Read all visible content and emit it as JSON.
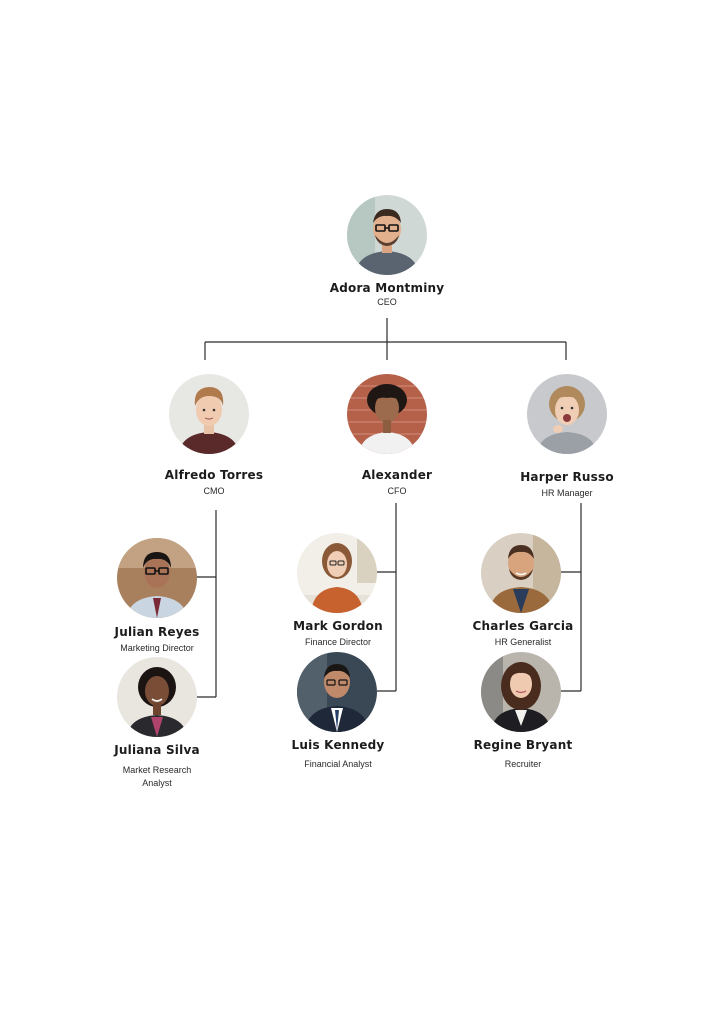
{
  "colors": {
    "background": "#ffffff",
    "connector": "#2b2b2b",
    "name_text": "#1c1c1c",
    "role_text": "#2a2a2a"
  },
  "org": {
    "ceo": {
      "name": "Adora Montminy",
      "role": "CEO"
    },
    "cmo": {
      "name": "Alfredo Torres",
      "role": "CMO"
    },
    "cfo": {
      "name": "Alexander",
      "role": "CFO"
    },
    "hr_manager": {
      "name": "Harper Russo",
      "role": "HR Manager"
    },
    "marketing_director": {
      "name": "Julian Reyes",
      "role": "Marketing Director"
    },
    "market_research": {
      "name": "Juliana Silva",
      "role_line1": "Market Research",
      "role_line2": "Analyst"
    },
    "finance_director": {
      "name": "Mark Gordon",
      "role": "Finance Director"
    },
    "financial_analyst": {
      "name": "Luis Kennedy",
      "role": "Financial Analyst"
    },
    "hr_generalist": {
      "name": "Charles Garcia",
      "role": "HR Generalist"
    },
    "recruiter": {
      "name": "Regine Bryant",
      "role": "Recruiter"
    }
  }
}
